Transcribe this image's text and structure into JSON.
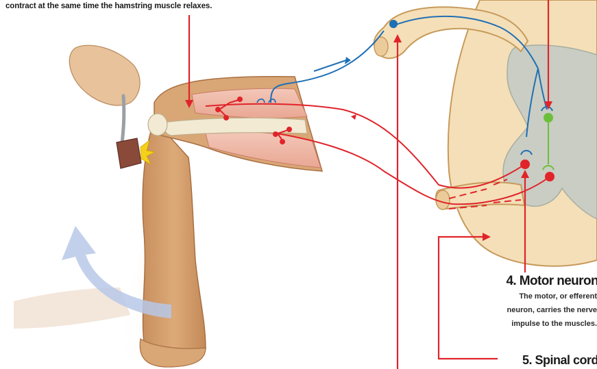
{
  "intro": {
    "text": "contract at the same time the hamstring muscle relaxes."
  },
  "motor_neuron": {
    "title": "4. Motor neuron",
    "description_lines": [
      "The motor, or efferent",
      "neuron, carries the nerve",
      "impulse to the muscles."
    ]
  },
  "spinal_cord": {
    "title": "5. Spinal cord"
  },
  "colors": {
    "sensory_neuron": "#1f6fb5",
    "motor_neuron": "#e0242a",
    "interneuron": "#6cbf3b",
    "label_arrow": "#e0242a",
    "spinal_cord": "#f4dfb8",
    "grey_matter": "#c9cdc3",
    "skin": "#d9a676",
    "movement_arrow": "#b7c8e8"
  },
  "icons": {
    "hammer": "reflex-hammer-icon",
    "movement": "kick-movement-arrow-icon"
  }
}
